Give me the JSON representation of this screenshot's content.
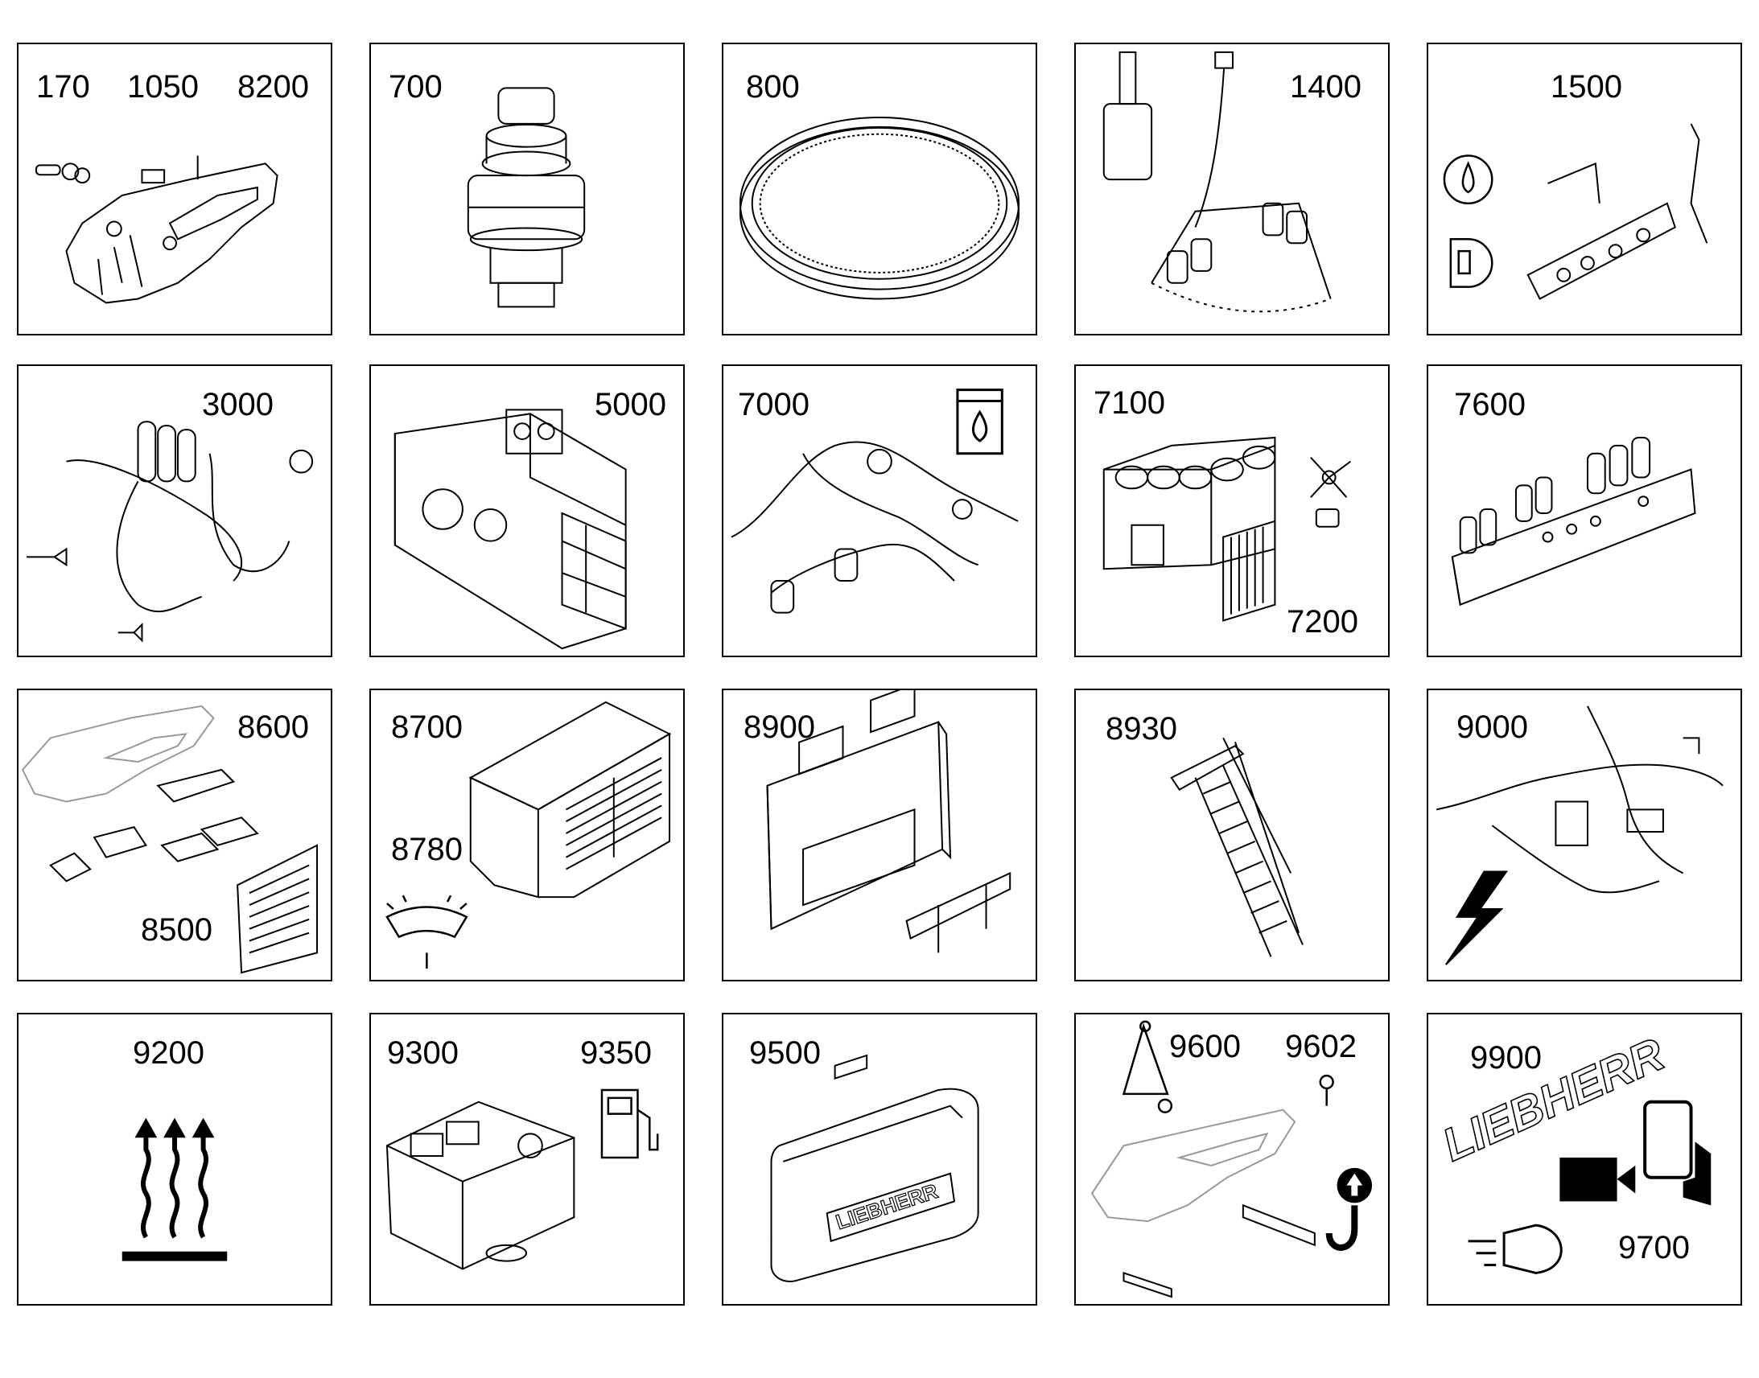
{
  "tiles": [
    {
      "id": "t1",
      "labels": [
        "170",
        "1050",
        "8200"
      ],
      "icons": [
        "pivot-pin-icon",
        "boom-arm-icon"
      ]
    },
    {
      "id": "t2",
      "labels": [
        "700"
      ],
      "icons": [
        "travel-gear-motor-icon"
      ]
    },
    {
      "id": "t3",
      "labels": [
        "800"
      ],
      "icons": [
        "slewing-ring-icon"
      ]
    },
    {
      "id": "t4",
      "labels": [
        "1400"
      ],
      "icons": [
        "hydraulic-lubrication-icon"
      ]
    },
    {
      "id": "t5",
      "labels": [
        "1500"
      ],
      "icons": [
        "engine-oil-symbol-icon",
        "fuel-symbol-icon",
        "valve-block-icon"
      ]
    },
    {
      "id": "t6",
      "labels": [
        "3000"
      ],
      "icons": [
        "hydraulic-harness-icon"
      ]
    },
    {
      "id": "t7",
      "labels": [
        "5000"
      ],
      "icons": [
        "engine-module-icon"
      ]
    },
    {
      "id": "t8",
      "labels": [
        "7000"
      ],
      "icons": [
        "hydraulic-oil-symbol-icon",
        "hydraulic-lines-icon"
      ]
    },
    {
      "id": "t9",
      "labels": [
        "7100",
        "7200"
      ],
      "icons": [
        "pump-block-icon",
        "fan-icon",
        "radiator-icon"
      ]
    },
    {
      "id": "t10",
      "labels": [
        "7600"
      ],
      "icons": [
        "control-valve-block-icon"
      ]
    },
    {
      "id": "t11",
      "labels": [
        "8600",
        "8500"
      ],
      "icons": [
        "boom-cover-plates-icon",
        "grille-panel-icon"
      ]
    },
    {
      "id": "t12",
      "labels": [
        "8700",
        "8780"
      ],
      "icons": [
        "cab-icon",
        "wiper-gauge-icon"
      ]
    },
    {
      "id": "t13",
      "labels": [
        "8900"
      ],
      "icons": [
        "uppercarriage-frame-icon",
        "guard-rail-icon"
      ]
    },
    {
      "id": "t14",
      "labels": [
        "8930"
      ],
      "icons": [
        "access-ladder-icon"
      ]
    },
    {
      "id": "t15",
      "labels": [
        "9000"
      ],
      "icons": [
        "electrical-harness-icon",
        "lightning-bolt-icon"
      ]
    },
    {
      "id": "t16",
      "labels": [
        "9200"
      ],
      "icons": [
        "heating-symbol-icon"
      ]
    },
    {
      "id": "t17",
      "labels": [
        "9300",
        "9350"
      ],
      "icons": [
        "fuel-tank-unit-icon",
        "fuel-pump-icon"
      ]
    },
    {
      "id": "t18",
      "labels": [
        "9500"
      ],
      "icons": [
        "counterweight-icon"
      ]
    },
    {
      "id": "t19",
      "labels": [
        "9600",
        "9602"
      ],
      "icons": [
        "lifting-sling-icon",
        "eye-bolt-icon",
        "boom-arm-icon",
        "crane-hook-icon"
      ]
    },
    {
      "id": "t20",
      "labels": [
        "9900",
        "9700"
      ],
      "icons": [
        "brand-decal-icon",
        "camera-icon",
        "mirror-icon",
        "headlight-icon"
      ]
    }
  ],
  "decals": {
    "brand_text": "LIEBHERR"
  }
}
